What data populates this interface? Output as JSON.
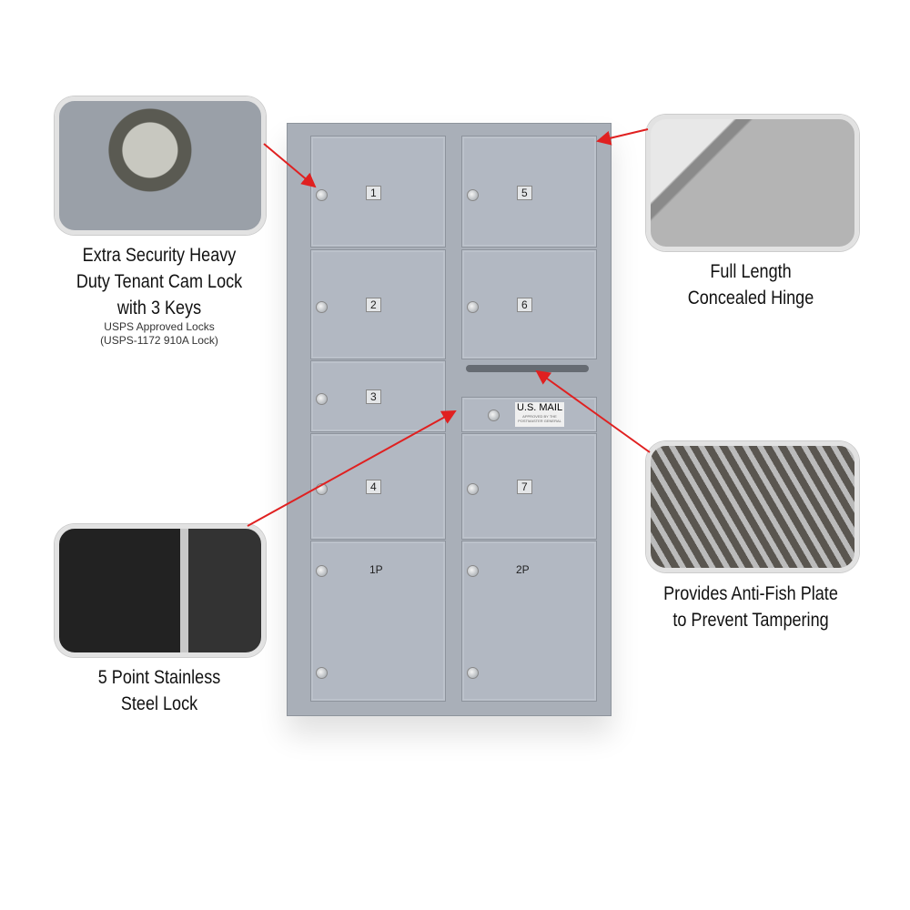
{
  "features": {
    "lock": {
      "title_lines": [
        "Extra Security Heavy",
        "Duty Tenant Cam Lock",
        "with 3 Keys"
      ],
      "sub_lines": [
        "USPS Approved Locks",
        "(USPS-1172 910A Lock)"
      ]
    },
    "hinge": {
      "title_lines": [
        "Full Length",
        "Concealed Hinge"
      ]
    },
    "antifish": {
      "title_lines": [
        "Provides Anti-Fish Plate",
        "to Prevent Tampering"
      ]
    },
    "stainless": {
      "title_lines": [
        "5 Point Stainless",
        "Steel Lock"
      ]
    }
  },
  "mailbox": {
    "doors": [
      "1",
      "2",
      "3",
      "4",
      "5",
      "6",
      "7",
      "1P",
      "2P"
    ],
    "usmail_label": "U.S. MAIL",
    "usmail_sub": "APPROVED BY THE POSTMASTER GENERAL",
    "colors": {
      "body": "#b2b8c2",
      "arrow": "#e02020"
    }
  }
}
